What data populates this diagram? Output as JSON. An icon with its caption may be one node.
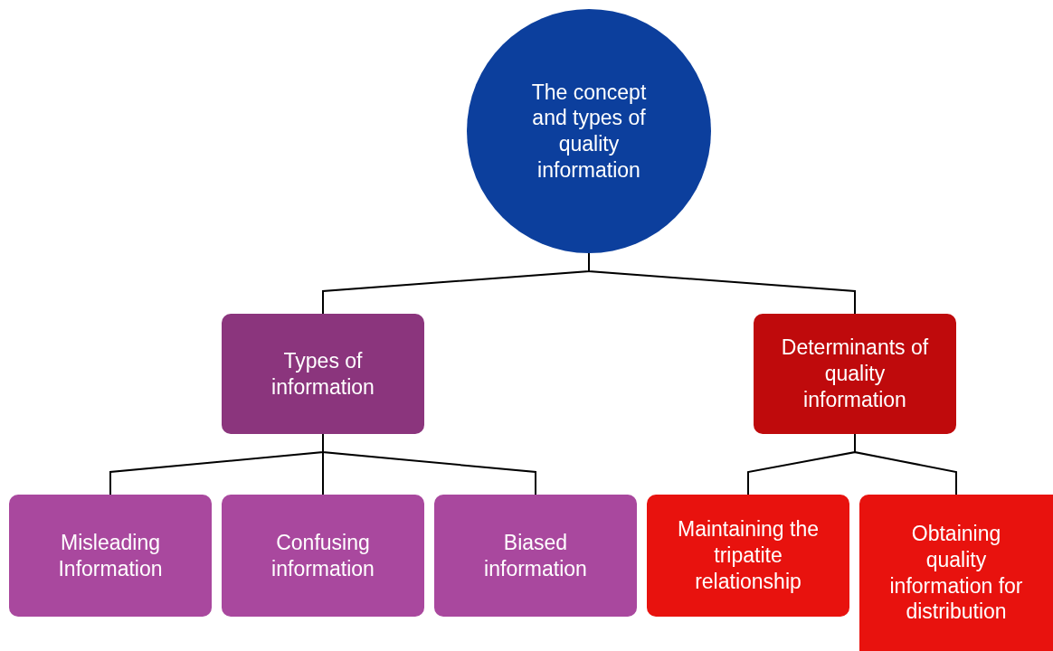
{
  "diagram": {
    "nodes": [
      {
        "text": [
          "The concept and types of quality information"
        ]
      },
      {
        "text": [
          "Types of information"
        ]
      },
      {
        "text": [
          "Determinants of quality information"
        ]
      },
      {
        "text": [
          "Misleading Information"
        ]
      },
      {
        "text": [
          "Confusing information"
        ]
      },
      {
        "text": [
          "Biased information"
        ]
      },
      {
        "text": [
          "Maintaining the tripatite relationship"
        ]
      },
      {
        "text": [
          "Obtaining quality information for distribution"
        ]
      }
    ],
    "edges": [
      {
        "from": 0,
        "to": 1,
        "arrow": "none"
      },
      {
        "from": 0,
        "to": 2,
        "arrow": "none"
      },
      {
        "from": 1,
        "to": 3,
        "arrow": "none"
      },
      {
        "from": 1,
        "to": 4,
        "arrow": "none"
      },
      {
        "from": 1,
        "to": 5,
        "arrow": "none"
      },
      {
        "from": 2,
        "to": 6,
        "arrow": "none"
      },
      {
        "from": 2,
        "to": 7,
        "arrow": "none"
      }
    ]
  }
}
